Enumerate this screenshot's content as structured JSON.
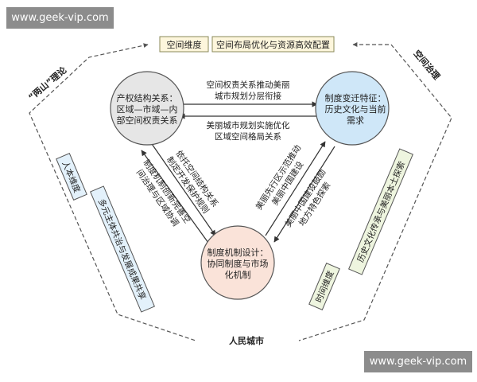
{
  "watermarks": {
    "top": "www.geek-vip.com",
    "bottom": "www.geek-vip.com"
  },
  "frame": {
    "top_left_label": "“两山”理论",
    "top_right_label": "空间治理",
    "bottom_label": "人民城市"
  },
  "top_banner": {
    "left": "空间维度",
    "right": "空间布局优化与资源高效配置"
  },
  "nodes": {
    "left": {
      "lines": [
        "产权结构关系：",
        "区域—市域—内",
        "部空间权责关系"
      ],
      "color": "#e6e6e6"
    },
    "right": {
      "lines": [
        "制度变迁特征：",
        "历史文化与当前",
        "需求"
      ],
      "color": "#cfe7f8"
    },
    "bottom": {
      "lines": [
        "制度机制设计：",
        "协同制度与市场",
        "化机制"
      ],
      "color": "#fae3d9"
    }
  },
  "edges": {
    "top_upper": [
      "空间权责关系推动美丽",
      "城市规划分层衔接"
    ],
    "top_lower": [
      "美丽城市规划实施优化",
      "区域空间格局关系"
    ],
    "left_inner": [
      "依托空间结构关系",
      "制定开发保护规则"
    ],
    "left_outer": [
      "制度机制创新完善空",
      "间治理与区域协调"
    ],
    "right_inner": [
      "美丽先行区示范推动",
      "美丽中国建设"
    ],
    "right_outer": [
      "美丽中国建设鼓励",
      "地方特色探索"
    ]
  },
  "side_labels": {
    "left_dimension": "人本维度",
    "left_text": "多元主体共治与发展成果共享",
    "right_dimension": "时间维度",
    "right_text": "历史文化传承与美丽本土探索"
  },
  "colors": {
    "blue_label_bg": "#e3f1fb",
    "green_label_bg": "#eef5df",
    "banner_bg": "#fdf6dc"
  }
}
